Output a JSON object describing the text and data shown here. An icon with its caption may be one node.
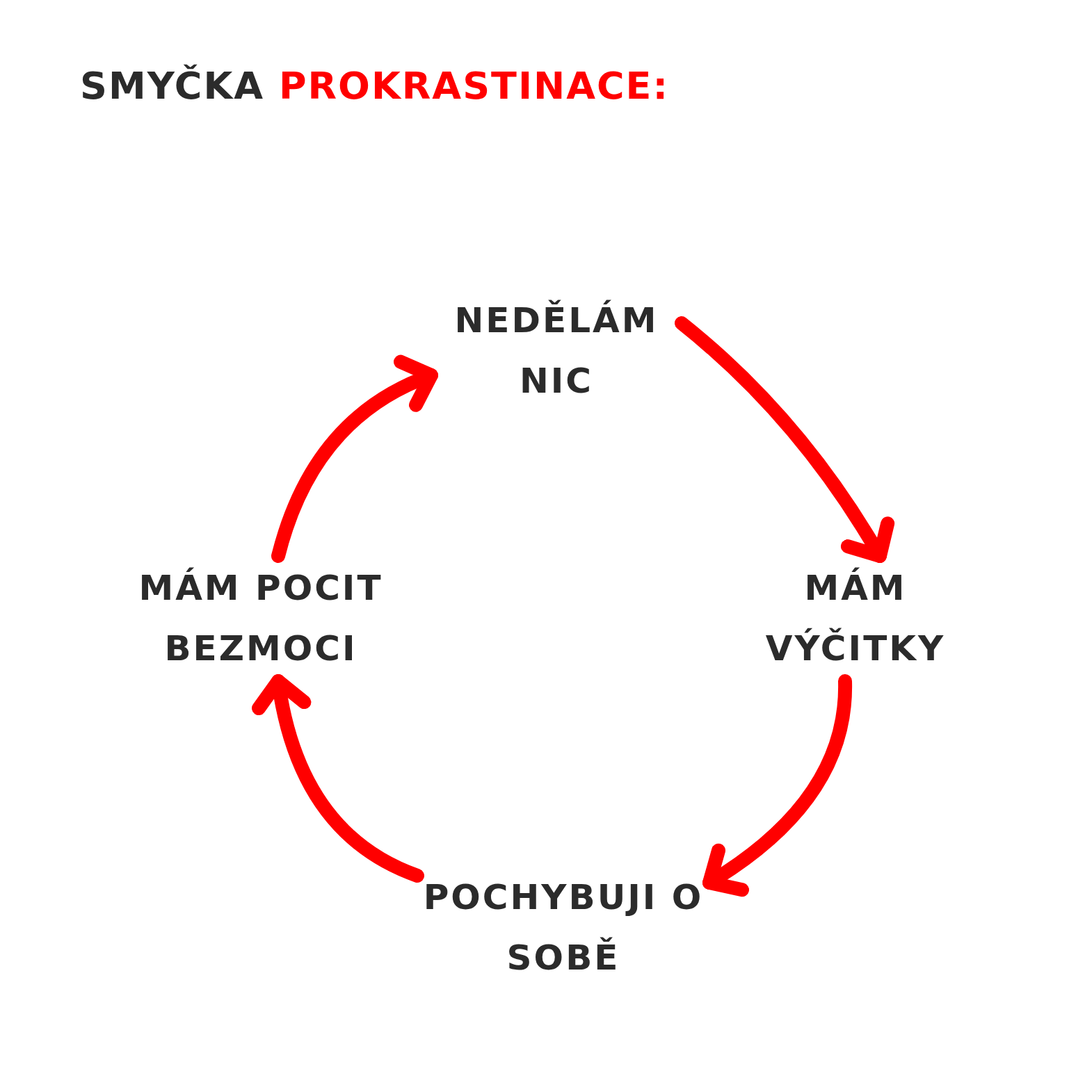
{
  "diagram": {
    "title": "SMYČKA **PROKRASTINACE:**",
    "nodes": [
      {
        "text": [
          "NEDĚLÁM NIC"
        ]
      },
      {
        "text": [
          "MÁM VÝČITKY"
        ]
      },
      {
        "text": [
          "POCHYBUJI O SOBĚ"
        ]
      },
      {
        "text": [
          "MÁM POCIT BEZMOCI"
        ]
      }
    ],
    "edges": [
      {
        "from": 0,
        "to": 1,
        "arrow": "to"
      },
      {
        "from": 1,
        "to": 2,
        "arrow": "to"
      },
      {
        "from": 2,
        "to": 3,
        "arrow": "to"
      },
      {
        "from": 3,
        "to": 0,
        "arrow": "to"
      }
    ]
  }
}
